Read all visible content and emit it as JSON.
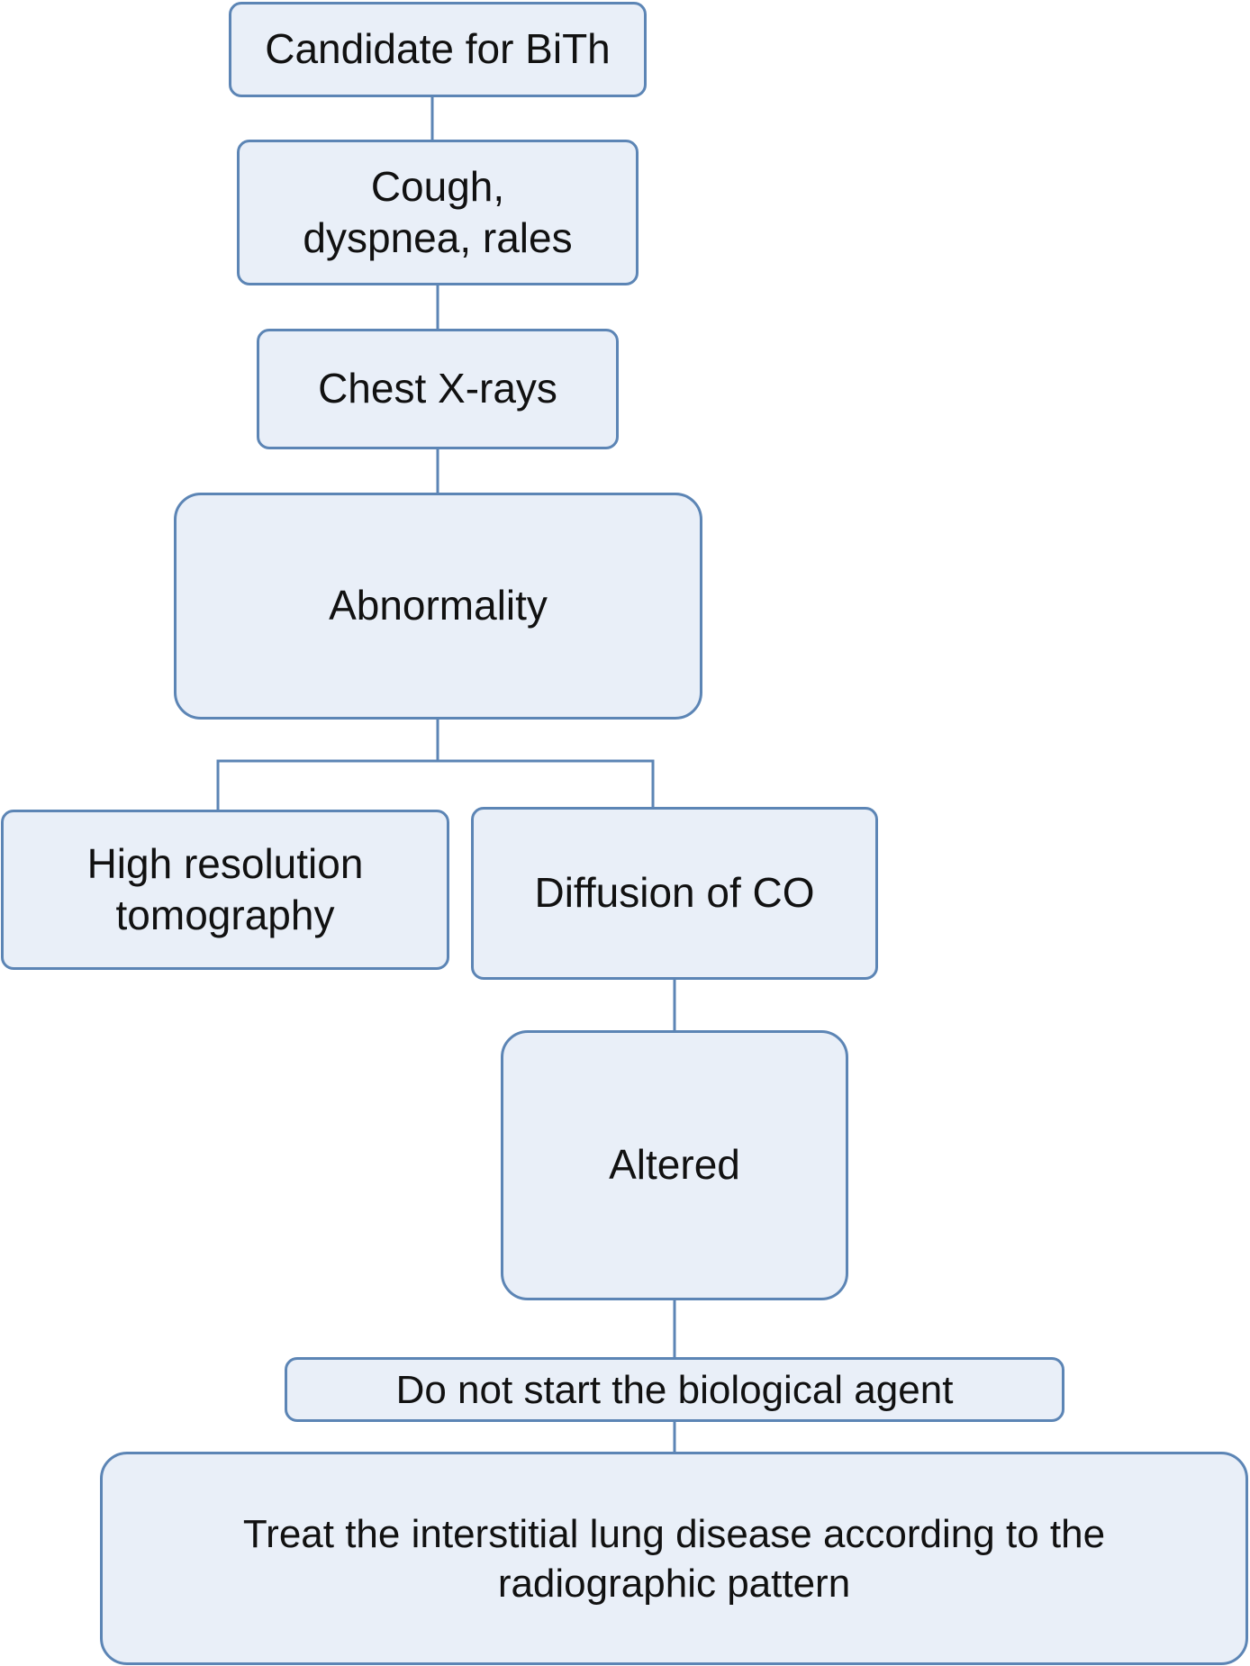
{
  "diagram": {
    "nodes": [
      {
        "id": "n1",
        "text": "Candidate for BiTh"
      },
      {
        "id": "n2",
        "text": "Cough, dyspnea, rales"
      },
      {
        "id": "n3",
        "text": "Chest X-rays"
      },
      {
        "id": "n4",
        "text": "Abnormality"
      },
      {
        "id": "n5",
        "text": "High resolution tomography"
      },
      {
        "id": "n6",
        "text": "Diffusion of CO"
      },
      {
        "id": "n7",
        "text": "Altered"
      },
      {
        "id": "n8",
        "text": "Do not start the biological agent"
      },
      {
        "id": "n9",
        "text": "Treat the interstitial lung disease according to the radiographic pattern"
      }
    ],
    "edges": [
      {
        "from": "n1",
        "to": "n2"
      },
      {
        "from": "n2",
        "to": "n3"
      },
      {
        "from": "n3",
        "to": "n4"
      },
      {
        "from": "n4",
        "to": "n5"
      },
      {
        "from": "n4",
        "to": "n6"
      },
      {
        "from": "n6",
        "to": "n7"
      },
      {
        "from": "n7",
        "to": "n8"
      },
      {
        "from": "n8",
        "to": "n9"
      }
    ],
    "colors": {
      "node_fill": "#e9eff8",
      "node_border": "#5c85b5",
      "connector": "#5c85b5",
      "text": "#111111"
    }
  }
}
